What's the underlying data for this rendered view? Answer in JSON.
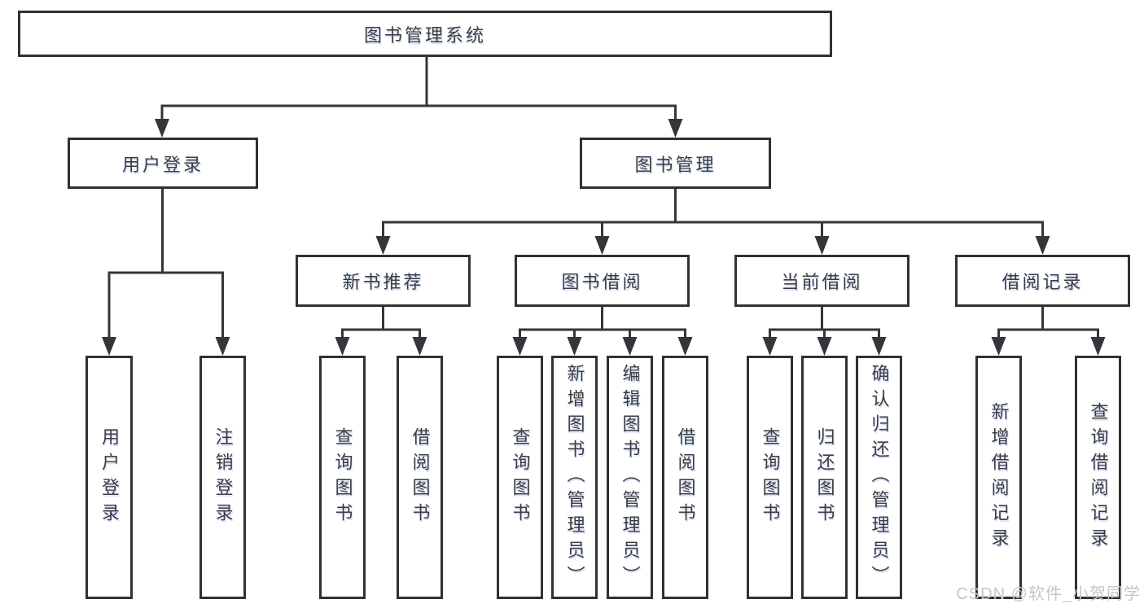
{
  "tree": {
    "root": "图书管理系统",
    "level2": {
      "user_login": "用户登录",
      "book_mgmt": "图书管理"
    },
    "level3": {
      "new_books": "新书推荐",
      "borrowing": "图书借阅",
      "current": "当前借阅",
      "records": "借阅记录"
    },
    "leaves": {
      "login": "用户登录",
      "logout": "注销登录",
      "nb_query": "查询图书",
      "nb_borrow": "借阅图书",
      "bw_query": "查询图书",
      "bw_add": "新增图书（管理员）",
      "bw_edit": "编辑图书（管理员）",
      "bw_borrow": "借阅图书",
      "cur_query": "查询图书",
      "cur_return": "归还图书",
      "cur_confirm": "确认归还（管理员）",
      "rec_add": "新增借阅记录",
      "rec_query": "查询借阅记录"
    }
  },
  "watermark": "CSDN @软件_小贺同学",
  "colors": {
    "line": "#35363b",
    "border": "#303137",
    "text": "#3b3c42",
    "watermark": "#c6c6c6",
    "background": "#ffffff"
  }
}
